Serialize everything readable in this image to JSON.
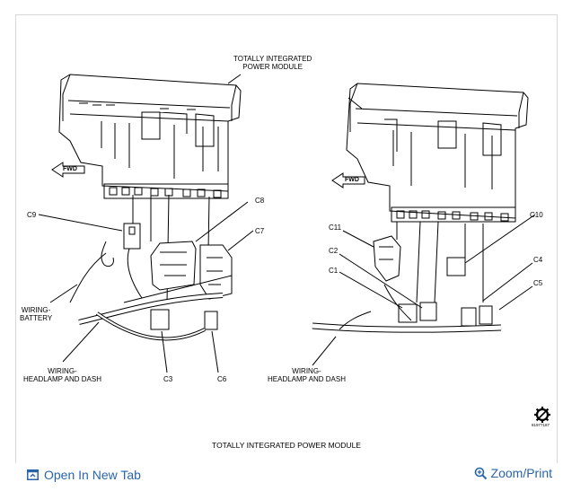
{
  "labels": {
    "tipm_title_line1": "TOTALLY INTEGRATED",
    "tipm_title_line2": "POWER MODULE",
    "fwd": "FWD",
    "c9": "C9",
    "c8": "C8",
    "c7": "C7",
    "c3": "C3",
    "c6": "C6",
    "wiring_battery_1": "WIRING-",
    "wiring_battery_2": "BATTERY",
    "wiring_hd_left_1": "WIRING-",
    "wiring_hd_left_2": "HEADLAMP AND DASH",
    "c11": "C11",
    "c10": "C10",
    "c2": "C2",
    "c1": "C1",
    "c4": "C4",
    "c5": "C5",
    "wiring_hd_right_1": "WIRING-",
    "wiring_hd_right_2": "HEADLAMP AND DASH"
  },
  "caption": "TOTALLY INTEGRATED POWER MODULE",
  "figure_code": "81977187",
  "footer": {
    "open_tab": "Open In New Tab",
    "zoom_print": "Zoom/Print"
  },
  "icons": {
    "open_tab": "open-in-new-tab-icon",
    "zoom": "magnifier-plus-icon",
    "gear": "gear-icon"
  },
  "accent_color": "#2a64a8"
}
